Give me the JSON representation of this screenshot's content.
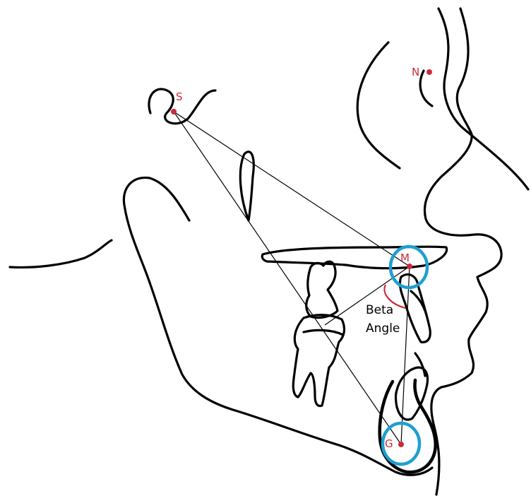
{
  "points": {
    "S": "S",
    "N": "N",
    "M": "M",
    "G": "G"
  },
  "angle_label": {
    "line1": "Beta",
    "line2": "Angle"
  },
  "colors": {
    "point": "#cc2a3a",
    "ring": "#1e9fd0",
    "line": "#000000"
  }
}
